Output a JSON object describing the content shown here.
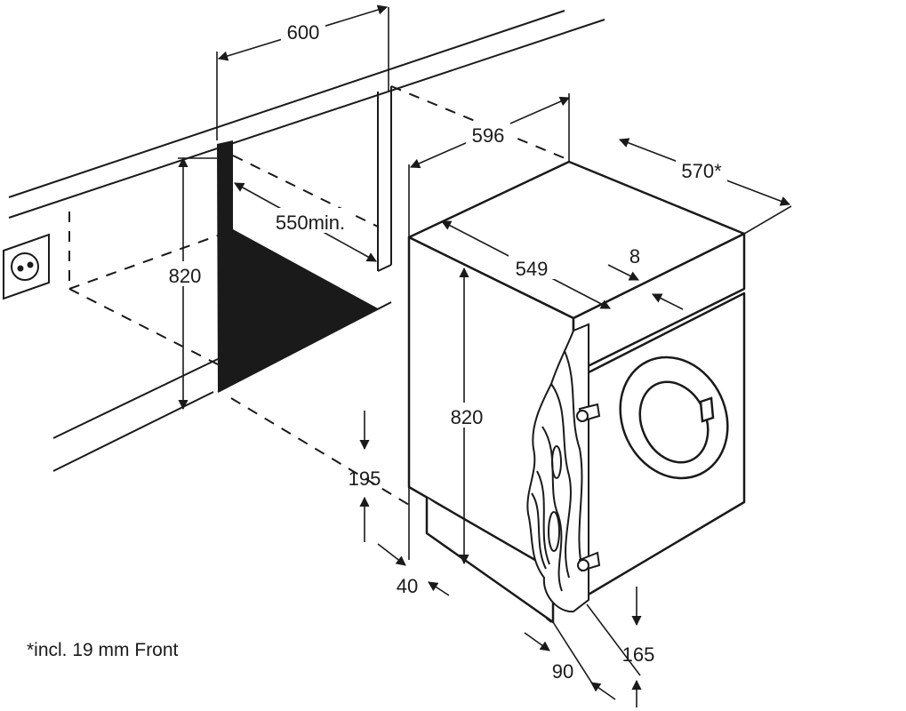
{
  "labels": {
    "niche_width": "600",
    "machine_width": "596",
    "machine_depth": "570*",
    "niche_depth_min": "550min.",
    "niche_height": "820",
    "machine_height": "820",
    "top_panel_depth": "549",
    "top_panel_offset": "8",
    "plinth_height": "195",
    "plinth_recess": "40",
    "door_bottom_height": "165",
    "door_offset": "90"
  },
  "footnote": "*incl. 19 mm Front",
  "colors": {
    "line": "#1a1a1a",
    "niche_fill": "#1a1a1a",
    "background": "#ffffff"
  }
}
